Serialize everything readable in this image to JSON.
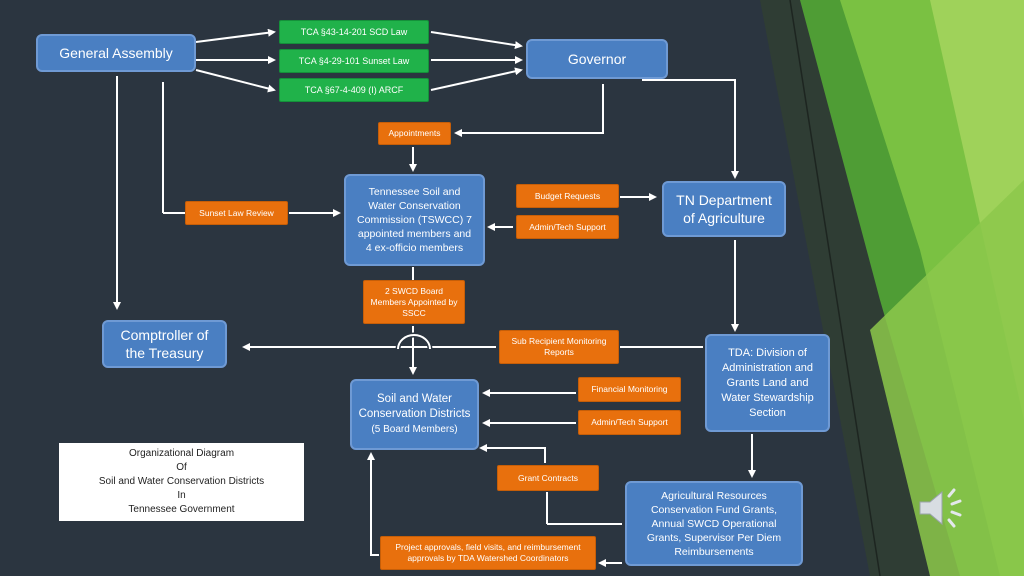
{
  "nodes": {
    "general_assembly": "General Assembly",
    "governor": "Governor",
    "tca_scd": "TCA §43-14-201 SCD Law",
    "tca_sunset": "TCA §4-29-101 Sunset Law",
    "tca_arcf": "TCA §67-4-409 (I) ARCF",
    "appointments": "Appointments",
    "tswcc": "Tennessee Soil and Water  Conservation Commission (TSWCC) 7 appointed members and 4 ex-officio members",
    "sunset_review": "Sunset Law Review",
    "budget_requests": "Budget Requests",
    "admin_tech_1": "Admin/Tech Support",
    "tn_agriculture": "TN Department of Agriculture",
    "swcd_board": "2 SWCD Board Members Appointed by SSCC",
    "comptroller": "Comptroller of the Treasury",
    "sub_recipient": "Sub Recipient Monitoring Reports",
    "tda_division": "TDA: Division of Administration and Grants  Land and Water Stewardship Section",
    "scd_main": "Soil and Water Conservation Districts",
    "scd_sub": "(5 Board Members)",
    "financial_monitoring": "Financial Monitoring",
    "admin_tech_2": "Admin/Tech Support",
    "grant_contracts": "Grant Contracts",
    "agri_resources": "Agricultural Resources Conservation Fund Grants, Annual SWCD Operational Grants, Supervisor Per Diem Reimbursements",
    "project_approvals": "Project approvals, field visits, and reimbursement approvals by TDA Watershed Coordinators"
  },
  "caption": {
    "line1": "Organizational Diagram",
    "line2": "Of",
    "line3": "Soil and Water Conservation Districts",
    "line4": "In",
    "line5": "Tennessee Government"
  },
  "icons": {
    "audio": "speaker-icon"
  },
  "colors": {
    "background": "#2b3540",
    "node_blue": "#4a7fc2",
    "node_green": "#20b24a",
    "node_orange": "#e8700d",
    "arrow": "#ffffff",
    "accent_green": "#7ac142"
  }
}
